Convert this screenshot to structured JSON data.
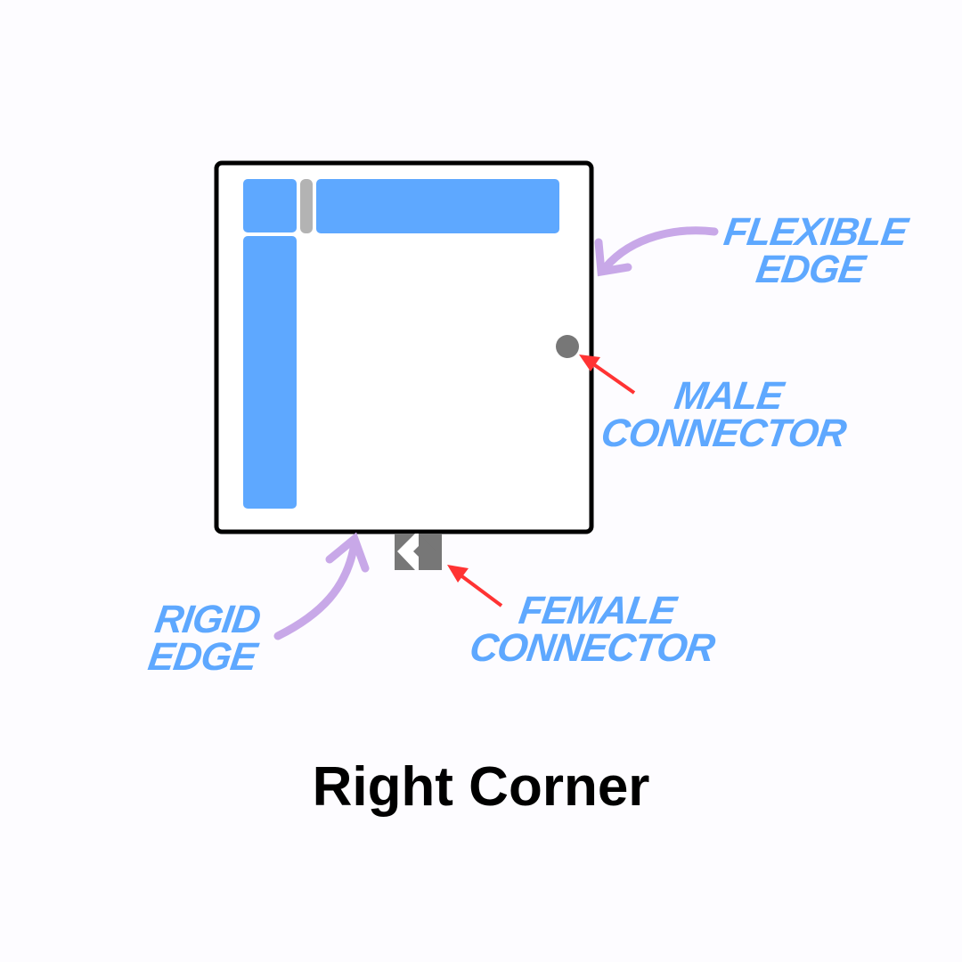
{
  "title": "Right Corner",
  "labels": {
    "flexible_edge": [
      "FLEXIBLE",
      "EDGE"
    ],
    "male_connector": [
      "MALE",
      "CONNECTOR"
    ],
    "female_connector": [
      "FEMALE",
      "CONNECTOR"
    ],
    "rigid_edge": [
      "RIGID",
      "EDGE"
    ]
  },
  "colors": {
    "panel": "#5ea8ff",
    "divider": "#b3b3b3",
    "connector": "#777777",
    "pointer_arrow": "#ff3333",
    "edge_arrow": "#c8a8e8",
    "label": "#5ea8ff"
  }
}
